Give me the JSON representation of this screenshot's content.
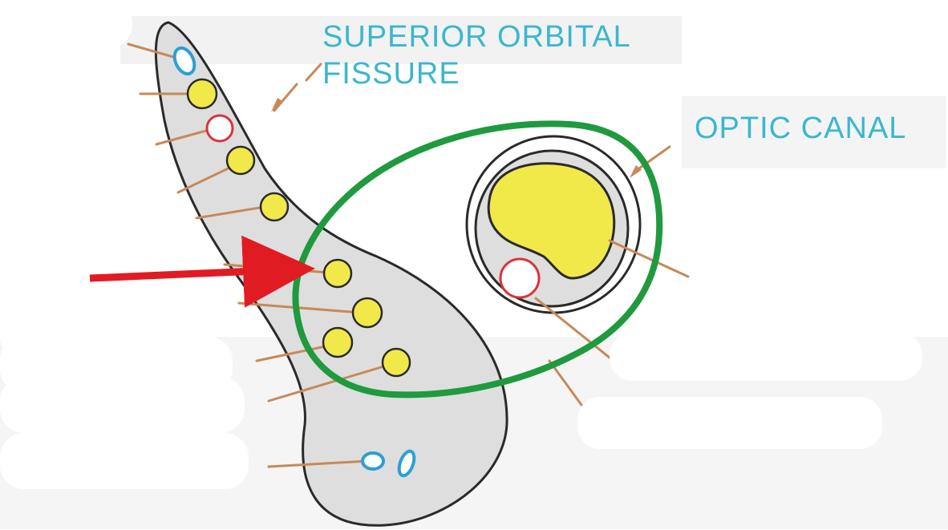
{
  "labels": {
    "superior_orbital_fissure": [
      "SUPERIOR ORBITAL",
      "FISSURE"
    ],
    "optic_canal": "OPTIC CANAL"
  },
  "colors": {
    "label_text": "#3ab7cf",
    "annulus_ring": "#1f9a3e",
    "pointer_arrow": "#e11b22",
    "leader_line": "#c8885a",
    "nerve_fill": "#f1e94a",
    "artery_stroke": "#d9343a",
    "vein_stroke": "#2b9fd6",
    "outline": "#2a2a2a",
    "fissure_fill": "#dedede"
  },
  "icons": [
    "red-pointer-arrow"
  ]
}
